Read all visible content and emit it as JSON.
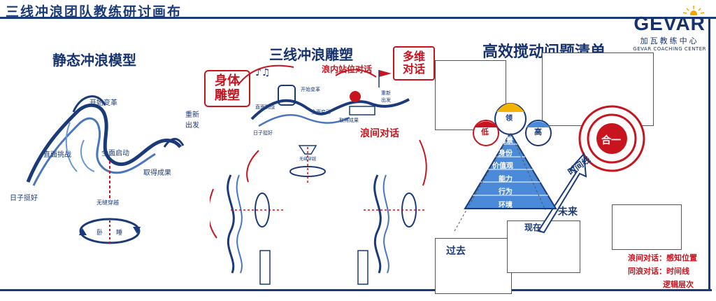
{
  "title": "三线冲浪团队教练研讨画布",
  "logo": {
    "brand": "GEVAR",
    "cn": "加瓦教练中心",
    "en": "GEVAR COACHING CENTER"
  },
  "panel1": {
    "title": "静态冲浪模型",
    "labels": {
      "start_change": "开始变革",
      "restart": "重新出发",
      "full_launch": "全面启动",
      "face_challenge": "直面挑战",
      "get_results": "取得成果",
      "good_days": "日子挺好",
      "seamless": "无缝穿越",
      "cycle_left": "卧",
      "cycle_right": "睡"
    }
  },
  "panel2": {
    "title": "三线冲浪雕塑",
    "body_sculpture": "身体雕塑",
    "multi_dialog": "多维对话",
    "wave_station": "浪内站位对话",
    "wave_between": "浪间对话",
    "labels": {
      "start_change": "开始变革",
      "face_challenge": "直面挑战",
      "full_launch": "全面启动",
      "restart": "重新出发",
      "good_days": "日子挺好",
      "get_results": "取得成果",
      "seamless": "无缝穿越"
    }
  },
  "panel3": {
    "title": "高效搅动问题清单",
    "pyramid": [
      "愿景",
      "身份",
      "价值观",
      "能力",
      "行为",
      "环境"
    ],
    "time_line": "时间线",
    "past": "过去",
    "now": "现在",
    "future": "未来",
    "unity": "合一",
    "high": "高",
    "low": "低",
    "lead": "领",
    "legend": [
      "浪间对话：感知位置",
      "同浪对话：时间线",
      "逻辑层次"
    ]
  }
}
